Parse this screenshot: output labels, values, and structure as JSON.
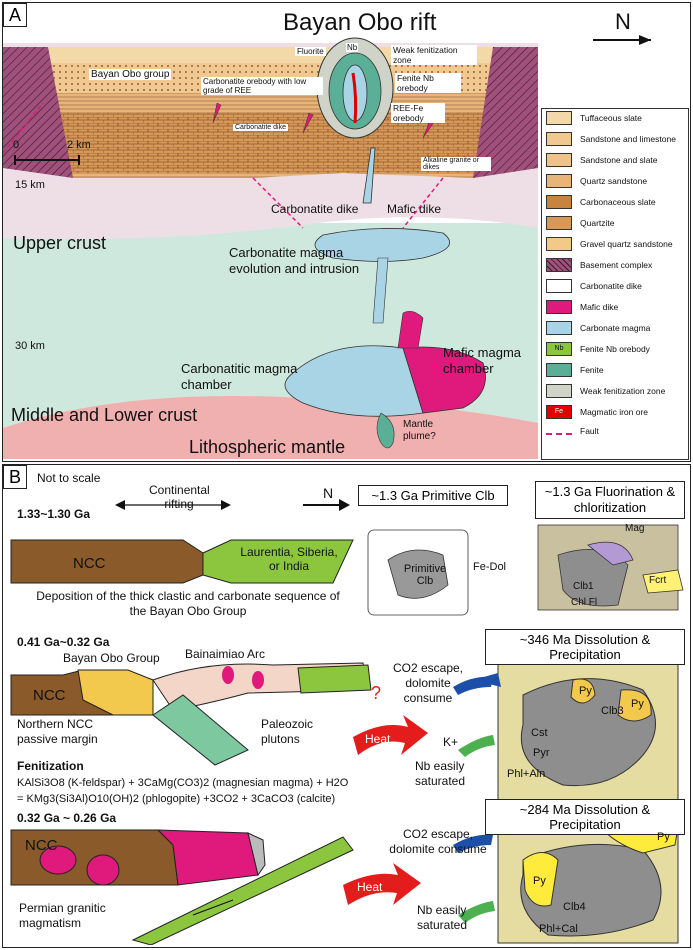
{
  "panel_a": {
    "letter": "A",
    "title": "Bayan Obo rift",
    "north": "N",
    "scale_start": "0",
    "scale_end": "2 km",
    "depth_15": "15 km",
    "depth_30": "30 km",
    "bayan_obo_group": "Bayan Obo group",
    "carbonatite_low_ree": "Carbonatite orebody with low grade of REE",
    "fluorite": "Fluorite",
    "nb": "Nb",
    "weak_fen_zone": "Weak fenitization zone",
    "fenite_nb_orebody": "Fenite Nb orebody",
    "ree_fe_orebody": "REE-Fe orebody",
    "carbonatite_dike_small": "Carbonatite dike",
    "alkaline_granite": "Alkaline granite or dikes",
    "carbonatite_dike": "Carbonatite dike",
    "mafic_dike": "Mafic dike",
    "upper_crust": "Upper crust",
    "evolution": "Carbonatite magma evolution and intrusion",
    "carb_chamber": "Carbonatitic magma chamber",
    "mafic_chamber": "Mafic magma chamber",
    "middle_lower_crust": "Middle and Lower crust",
    "lithospheric_mantle": "Lithospheric mantle",
    "mantle_plume": "Mantle plume?",
    "legend": [
      {
        "label": "Tuffaceous slate",
        "color": "#f4d9a8"
      },
      {
        "label": "Sandstone and limestone",
        "color": "#f0c890"
      },
      {
        "label": "Sandstone and slate",
        "color": "#efc38a"
      },
      {
        "label": "Quartz sandstone",
        "color": "#e8b47a"
      },
      {
        "label": "Carbonaceous slate",
        "color": "#c8843e"
      },
      {
        "label": "Quartzite",
        "color": "#d89858"
      },
      {
        "label": "Gravel quartz sandstone",
        "color": "#f3c988"
      },
      {
        "label": "Basement complex",
        "color": "#a0507a"
      },
      {
        "label": "Carbonatite dike",
        "color": "#ffffff"
      },
      {
        "label": "Mafic dike",
        "color": "#e0197d"
      },
      {
        "label": "Carbonate magma",
        "color": "#a9d4e6"
      },
      {
        "label": "Fenite Nb orebody",
        "color": "#8cc63f"
      },
      {
        "label": "Fenite",
        "color": "#5aaf96"
      },
      {
        "label": "Weak fenitization zone",
        "color": "#cfd3c8"
      },
      {
        "label": "Magmatic iron ore",
        "color": "#e00000"
      },
      {
        "label": "Fault",
        "color": "#e0197d"
      }
    ],
    "legend_nb_swatch": "Nb",
    "legend_fe_swatch": "Fe"
  },
  "panel_b": {
    "letter": "B",
    "not_to_scale": "Not to scale",
    "stage1_age": "1.33~1.30 Ga",
    "continental_rifting": "Continental rifting",
    "north": "N",
    "ncc": "NCC",
    "laurentia": "Laurentia, Siberia, or India",
    "deposition": "Deposition of the thick clastic and carbonate sequence of the Bayan Obo Group",
    "primitive_clb_title": "~1.3 Ga Primitive Clb",
    "primitive_clb": "Primitive Clb",
    "fe_dol": "Fe-Dol",
    "fluorination_title": "~1.3 Ga Fluorination & chloritization",
    "mag": "Mag",
    "fcrt": "Fcrt",
    "clb1": "Clb1",
    "chl_fl": "Chl Fl",
    "stage2_age": "0.41 Ga~0.32 Ga",
    "bayan_obo_group": "Bayan Obo Group",
    "bainaimiao_arc": "Bainaimiao Arc",
    "ncc2": "NCC",
    "northern_margin": "Northern NCC passive margin",
    "paleozoic_plutons": "Paleozoic plutons",
    "question": "?",
    "diss346_title": "~346 Ma Dissolution & Precipitation",
    "co2_escape": "CO2 escape, dolomite consume",
    "heat": "Heat",
    "k_plus": "K+",
    "nb_saturated": "Nb easily saturated",
    "cst": "Cst",
    "py": "Py",
    "clb3": "Clb3",
    "pyr": "Pyr",
    "phl_aln": "Phl+Aln",
    "py2": "Py",
    "fenitization": "Fenitization",
    "eq1": "KAlSi3O8 (K-feldspar) + 3CaMg(CO3)2 (magnesian magma) + H2O",
    "eq2": "= KMg3(Si3Al)O10(OH)2 (phlogopite) +3CO2 + 3CaCO3 (calcite)",
    "stage3_age": "0.32 Ga ~ 0.26 Ga",
    "ncc3": "NCC",
    "permian": "Permian granitic magmatism",
    "diss284_title": "~284 Ma Dissolution & Precipitation",
    "co2_escape2": "CO2 escape, dolomite consume",
    "heat2": "Heat",
    "nb_saturated2": "Nb easily saturated",
    "py3": "Py",
    "py4": "Py",
    "clb4": "Clb4",
    "phl_cal": "Phl+Cal"
  }
}
